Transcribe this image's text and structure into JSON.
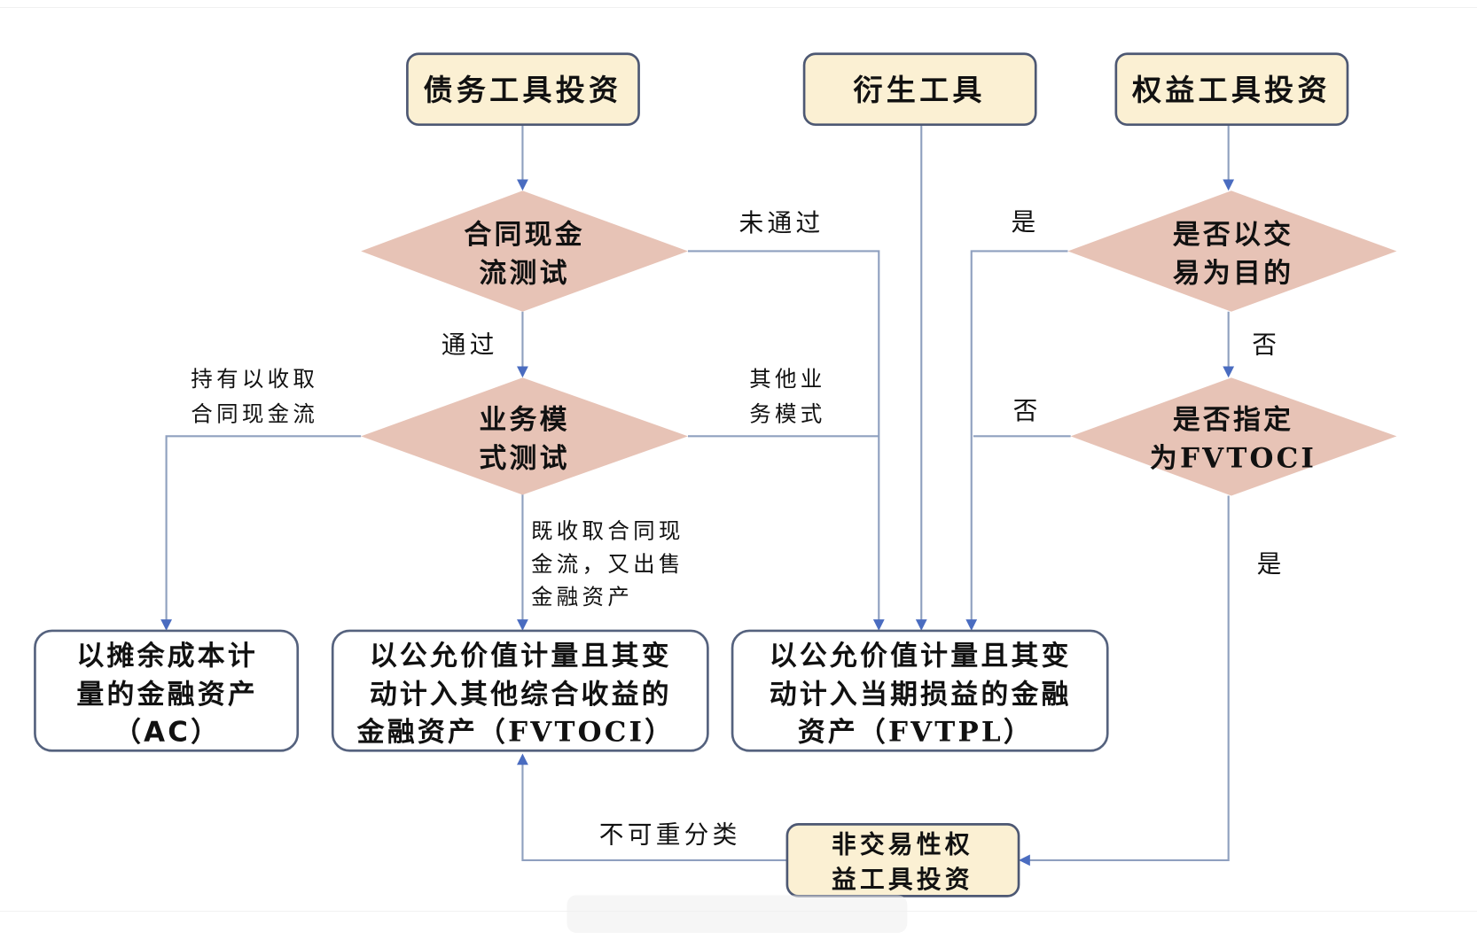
{
  "title": "金融资产分类流程图",
  "colors": {
    "source_box_fill": "#fbf0d3",
    "source_box_border": "#4d5873",
    "result_box_fill": "#ffffff",
    "decision_fill": "#e7c3b6",
    "connector": "#8fa0bf",
    "arrowhead": "#4a6cc0"
  },
  "sources": {
    "debt": "债务工具投资",
    "derivative": "衍生工具",
    "equity": "权益工具投资",
    "non_trading_equity": [
      "非交易性权",
      "益工具投资"
    ]
  },
  "decisions": {
    "cash_flow_test": [
      "合同现金",
      "流测试"
    ],
    "business_model_test": [
      "业务模",
      "式测试"
    ],
    "held_for_trading": [
      "是否以交",
      "易为目的"
    ],
    "designated_fvtoci": [
      "是否指定",
      "为FVTOCI"
    ]
  },
  "edge_labels": {
    "pass": "通过",
    "fail": "未通过",
    "hold_to_collect": [
      "持有以收取",
      "合同现金流"
    ],
    "other_model": [
      "其他业",
      "务模式"
    ],
    "collect_and_sell": [
      "既收取合同现",
      "金流，又出售",
      "金融资产"
    ],
    "yes_trading": "是",
    "no_trading": "否",
    "no_designated": "否",
    "yes_designated": "是",
    "no_reclassify": "不可重分类"
  },
  "results": {
    "ac": [
      "以摊余成本计",
      "量的金融资产",
      "（AC）"
    ],
    "fvtoci": [
      "以公允价值计量且其变",
      "动计入其他综合收益的",
      "金融资产（FVTOCI）"
    ],
    "fvtpl": [
      "以公允价值计量且其变",
      "动计入当期损益的金融",
      "资产（FVTPL）"
    ]
  }
}
